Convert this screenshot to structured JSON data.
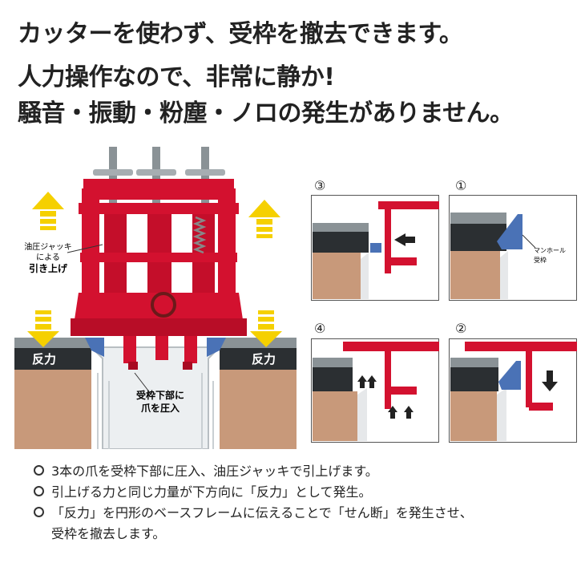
{
  "headline": {
    "line1": "カッターを使わず、受枠を撤去できます。",
    "line2": "人力操作なので、非常に静か!",
    "line3": "騒音・振動・粉塵・ノロの発生がありません。"
  },
  "main_diagram": {
    "jack_label_1": "油圧ジャッキ",
    "jack_label_2": "による",
    "jack_label_3": "引き上げ",
    "reaction_left": "反力",
    "reaction_right": "反力",
    "claw_label_1": "受枠下部に",
    "claw_label_2": "爪を圧入"
  },
  "steps": [
    {
      "number": "③"
    },
    {
      "number": "①",
      "label_1": "マンホール",
      "label_2": "受枠"
    },
    {
      "number": "④"
    },
    {
      "number": "②"
    }
  ],
  "bullets": {
    "item1": "3本の爪を受枠下部に圧入、油圧ジャッキで引上げます。",
    "item2": "引上げる力と同じ力量が下方向に「反力」として発生。",
    "item3_line1": "「反力」を円形のベースフレームに伝えることで「せん断」を発生させ、",
    "item3_line2": "受枠を撤去します。"
  },
  "colors": {
    "frame_red": "#d3112f",
    "arrow_yellow": "#f5d000",
    "ground_brown": "#c8997a",
    "asphalt_dark": "#2b2f32",
    "concrete_gray": "#8a9296",
    "frame_blue": "#4a72b6"
  }
}
